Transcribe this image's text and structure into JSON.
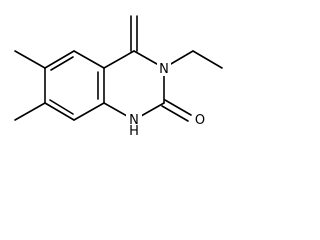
{
  "diagram": {
    "type": "skeletal-structure",
    "atom_labels": {
      "n3": "N",
      "n1": "N",
      "h_on_n1": "H",
      "o": "O"
    }
  }
}
